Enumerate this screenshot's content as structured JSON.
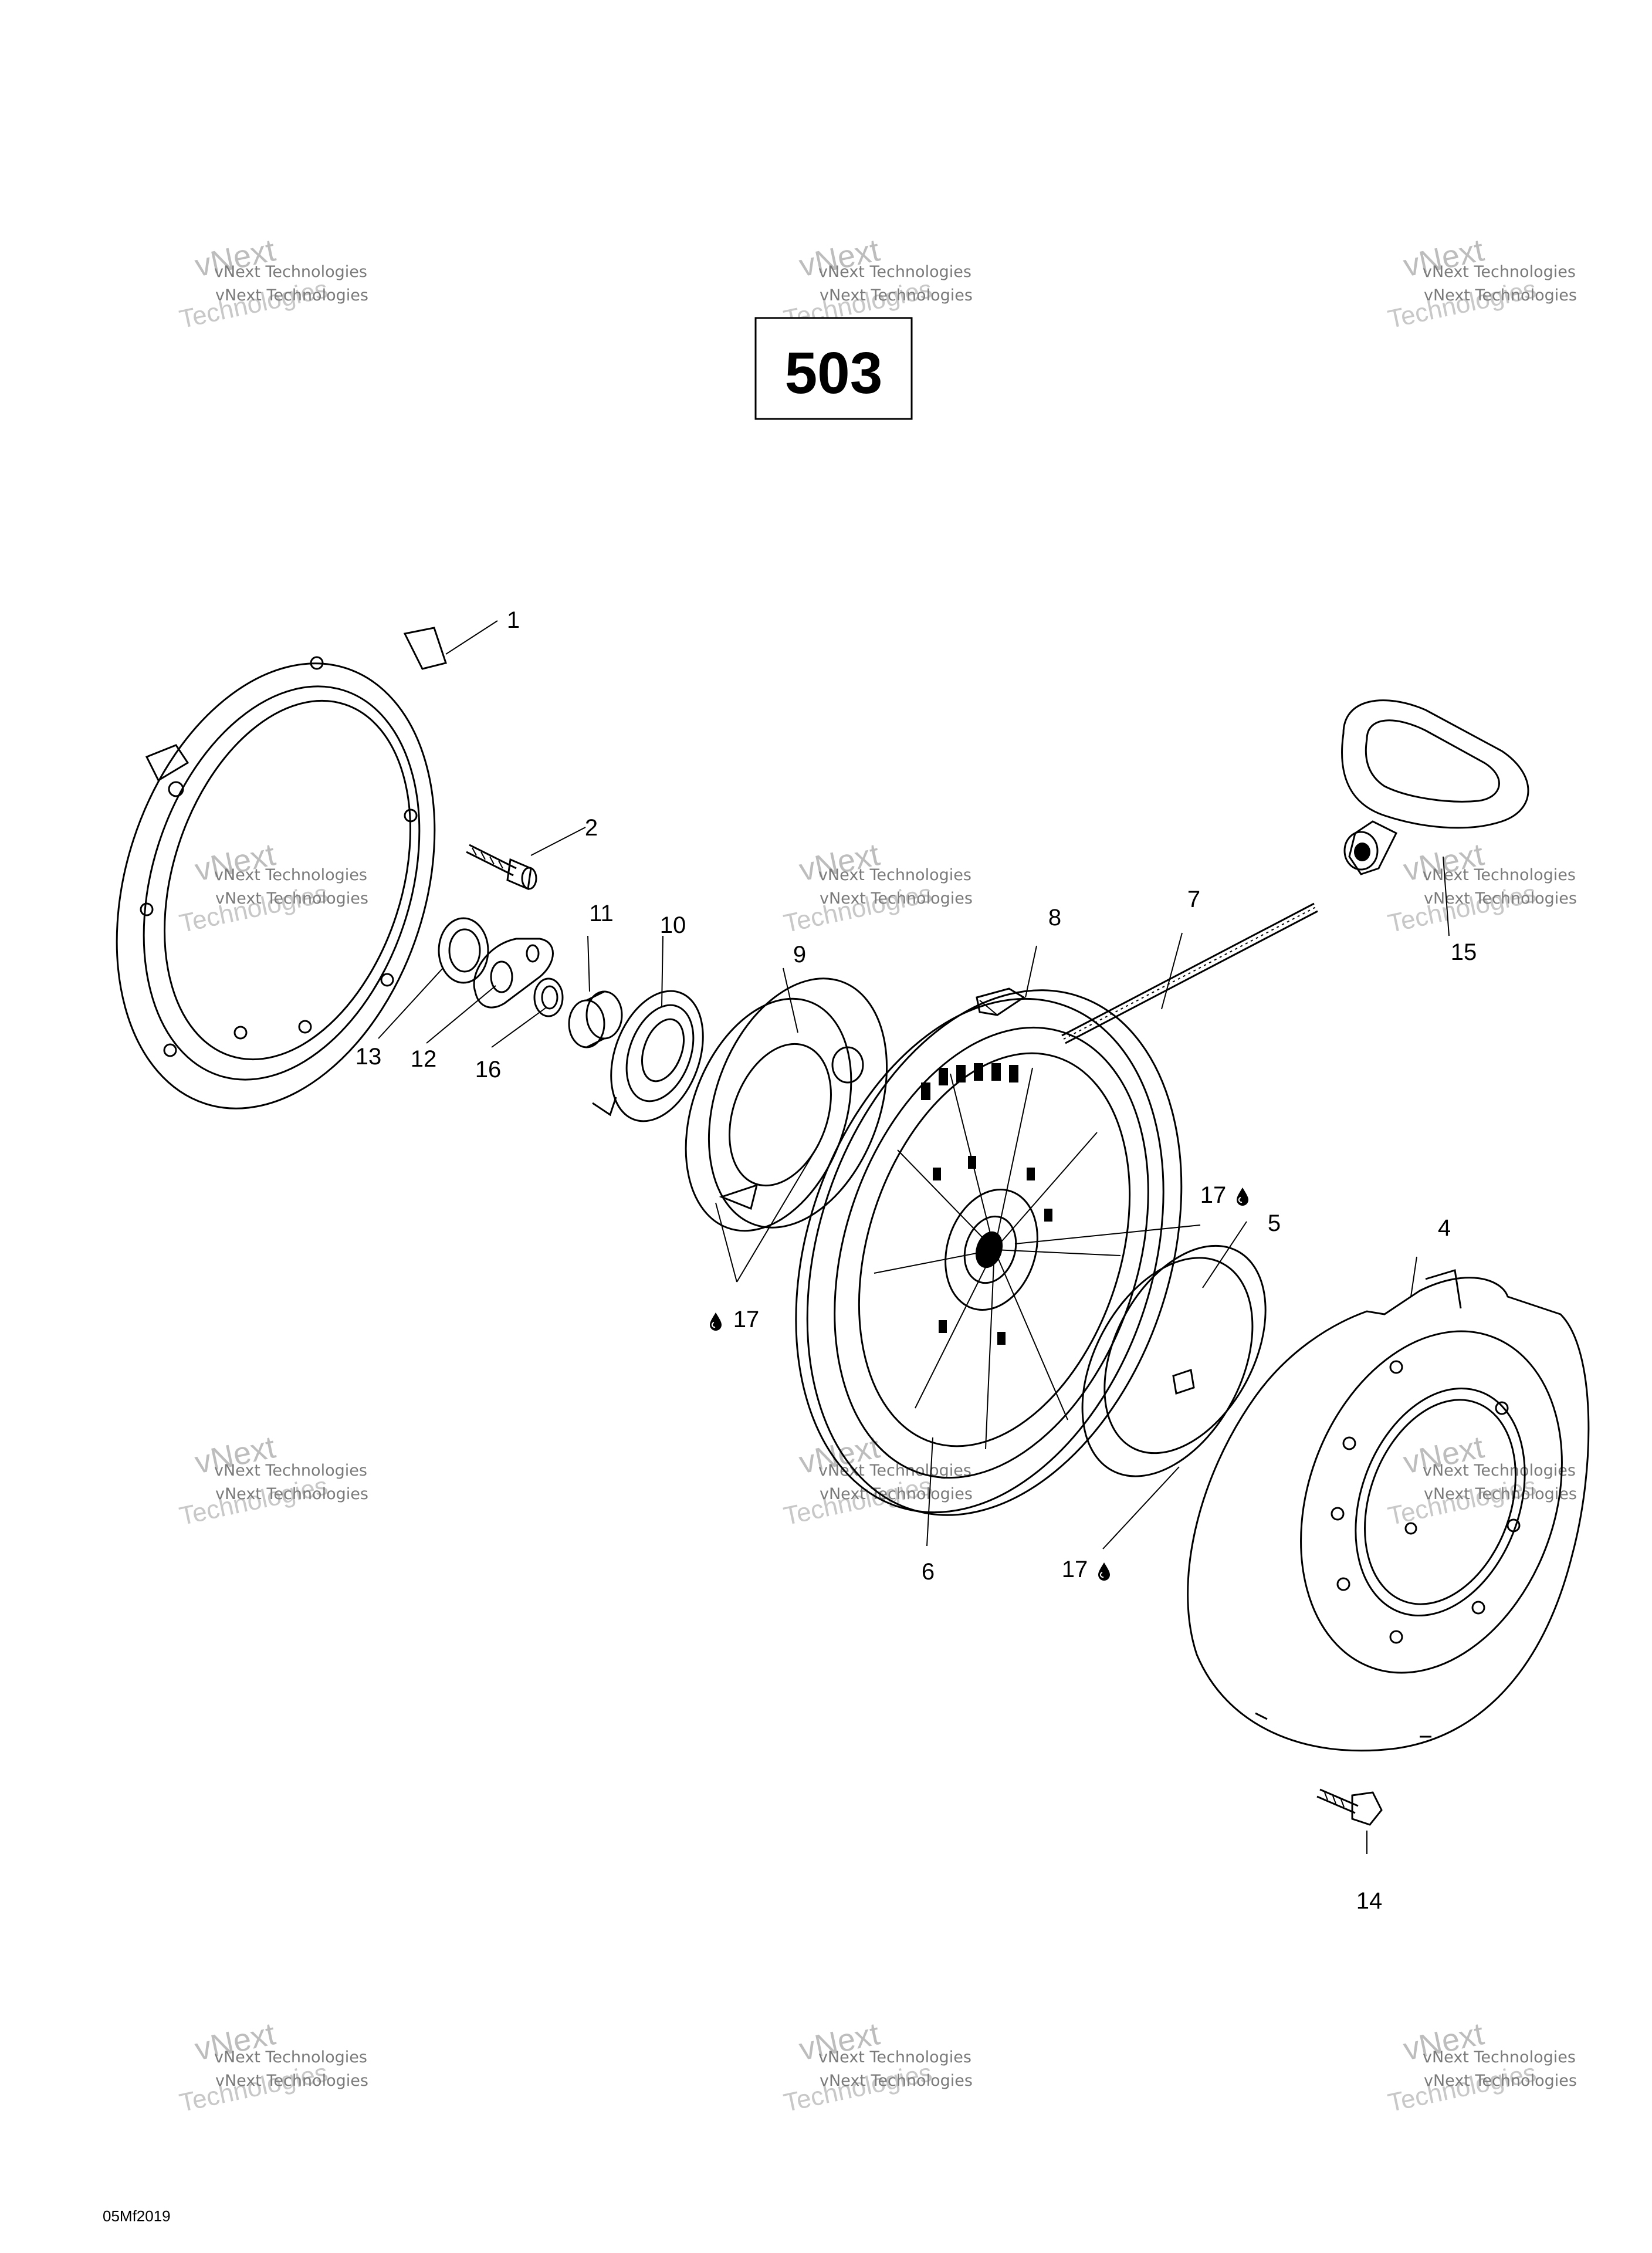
{
  "diagram_number": "503",
  "figure_code": "05Mf2019",
  "watermark": {
    "line1": "vNext Technologies",
    "line2": "vNext",
    "line3": "Technologies"
  },
  "callouts": {
    "c1": "1",
    "c2": "2",
    "c4": "4",
    "c5": "5",
    "c6": "6",
    "c7": "7",
    "c8": "8",
    "c9": "9",
    "c10": "10",
    "c11": "11",
    "c12": "12",
    "c13": "13",
    "c14": "14",
    "c15": "15",
    "c16": "16",
    "c17a": "17",
    "c17b": "17",
    "c17c": "17"
  },
  "icons": {
    "lubricant": "oil-drop-icon"
  }
}
